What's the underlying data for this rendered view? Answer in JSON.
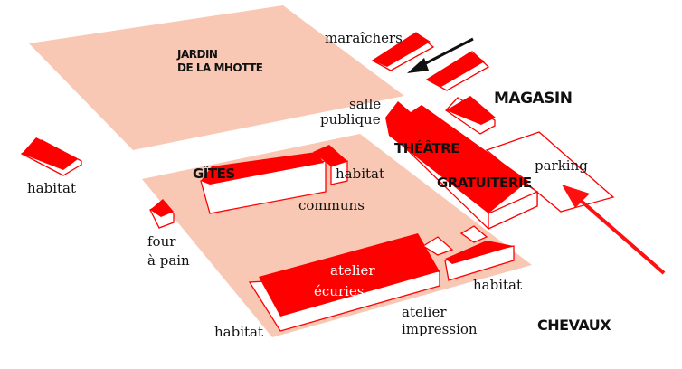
{
  "colors": {
    "ground": "#f9c8b4",
    "roof": "#ff0000",
    "wall": "#ffffff",
    "ink": "#111111",
    "arrow_red": "#ff1010",
    "arrow_black": "#111111"
  },
  "areas": {
    "jardin": [
      "JARDIN",
      "DE LA MHOTTE"
    ],
    "parking": "parking"
  },
  "places": {
    "maraichers": "maraîchers",
    "salle_publique": [
      "salle",
      "publique"
    ],
    "magasin": "MAGASIN",
    "theatre": "THÉÂTRE",
    "gratuiterie": "GRATUITERIE",
    "gites": "GÎTES",
    "habitat_left": "habitat",
    "habitat_mid": "habitat",
    "communs": "communs",
    "four_a_pain": [
      "four",
      "à pain"
    ],
    "atelier_ecuries": [
      "atelier",
      "écuries"
    ],
    "habitat_right": "habitat",
    "habitat_bottom": "habitat",
    "atelier_impression": [
      "atelier",
      "impression"
    ],
    "chevaux": "CHEVAUX"
  }
}
